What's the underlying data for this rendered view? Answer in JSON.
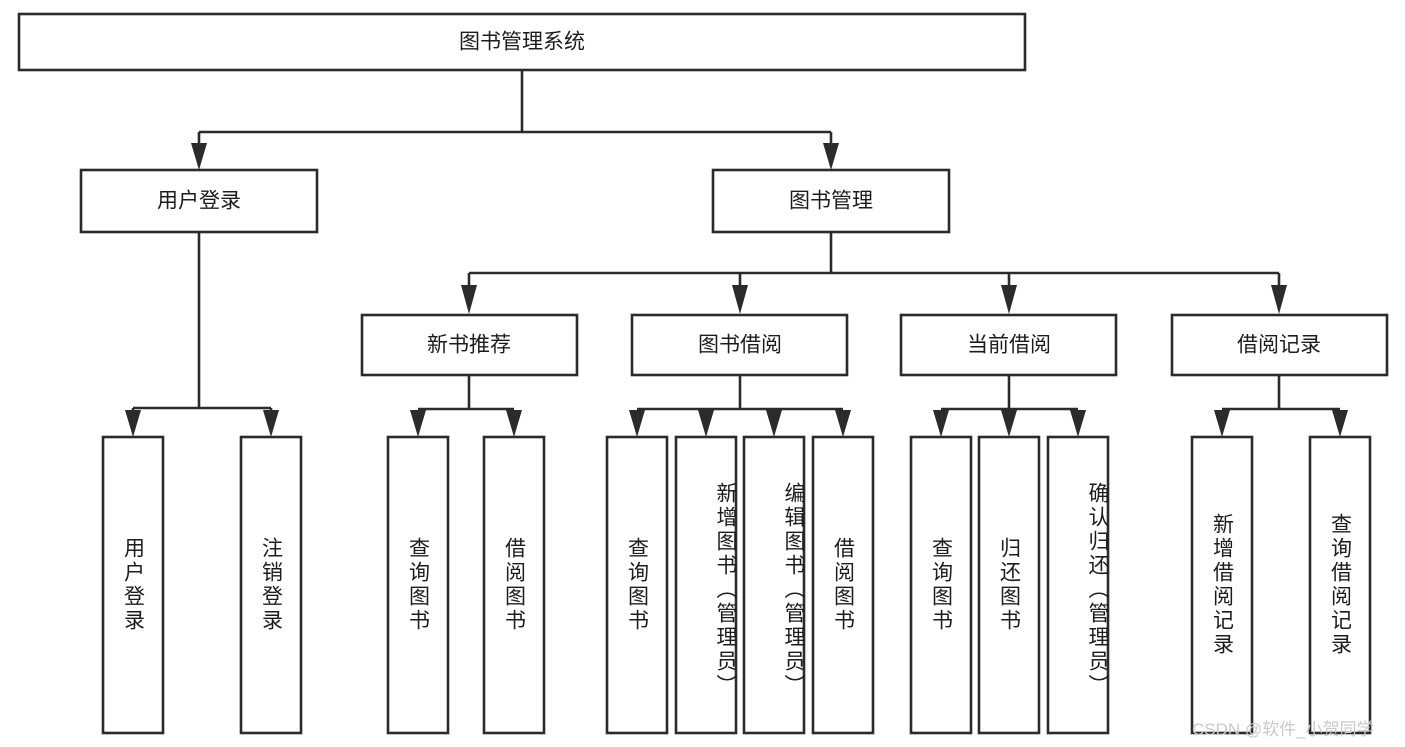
{
  "diagram": {
    "type": "tree",
    "title": "图书管理系统",
    "orientation": "top-down",
    "colors": {
      "box_stroke": "#2b2b2b",
      "box_fill": "#ffffff",
      "connector": "#2b2b2b",
      "text": "#1c1c1c",
      "background": "#ffffff",
      "watermark": "#c9c9c9"
    },
    "root": {
      "label": "图书管理系统"
    },
    "level2": [
      {
        "label": "用户登录"
      },
      {
        "label": "图书管理"
      }
    ],
    "level3": [
      {
        "label": "新书推荐"
      },
      {
        "label": "图书借阅"
      },
      {
        "label": "当前借阅"
      },
      {
        "label": "借阅记录"
      }
    ],
    "leaves": {
      "user_login": [
        {
          "label": "用户登录"
        },
        {
          "label": "注销登录"
        }
      ],
      "new_book_recommend": [
        {
          "label": "查询图书"
        },
        {
          "label": "借阅图书"
        }
      ],
      "book_borrow": [
        {
          "label": "查询图书"
        },
        {
          "label": "新增图书（管理员）"
        },
        {
          "label": "编辑图书（管理员）"
        },
        {
          "label": "借阅图书"
        }
      ],
      "current_borrow": [
        {
          "label": "查询图书"
        },
        {
          "label": "归还图书"
        },
        {
          "label": "确认归还（管理员）"
        }
      ],
      "borrow_record": [
        {
          "label": "新增借阅记录"
        },
        {
          "label": "查询借阅记录"
        }
      ]
    }
  },
  "watermark": {
    "text": "CSDN @软件_小贺同学"
  }
}
